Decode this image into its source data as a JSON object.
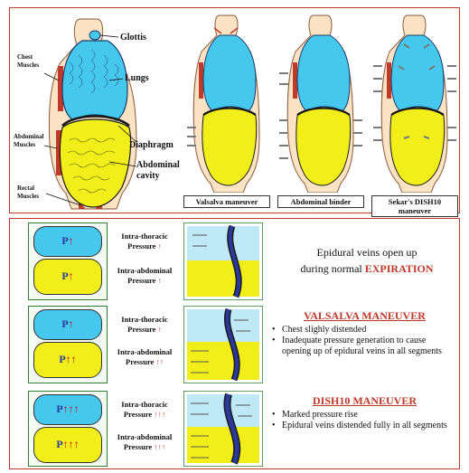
{
  "top": {
    "labels": {
      "chest_muscles": "Chest Muscles",
      "abdominal_muscles": "Abdominal Muscles",
      "rectal_muscles": "Rectal Muscles",
      "glottis": "Glottis",
      "lungs": "Lungs",
      "diaphragm": "Diaphragm",
      "abdominal_cavity": "Abdominal cavity"
    },
    "captions": [
      "Valsalva maneuver",
      "Abdominal binder",
      "Sekar's DISH10 maneuver"
    ]
  },
  "rows": [
    {
      "p_top_arrows": "↑",
      "p_bottom_arrows": "↑",
      "thoracic_label": "Intra-thoracic",
      "thoracic_pressure": "Pressure",
      "thoracic_arrows": "↑",
      "abdominal_label": "Intra-abdominal",
      "abdominal_pressure": "Pressure",
      "abdominal_arrows": "↑",
      "line1": "Epidural veins open up",
      "line2_prefix": "during normal",
      "line2_highlight": "EXPIRATION"
    },
    {
      "p_top_arrows": "↑",
      "p_bottom_arrows": "↑↑",
      "thoracic_label": "Intra-thoracic",
      "thoracic_pressure": "Pressure",
      "thoracic_arrows": "↑",
      "abdominal_label": "Intra-abdominal",
      "abdominal_pressure": "Pressure",
      "abdominal_arrows": "↑↑",
      "heading": "VALSALVA MANEUVER",
      "bullets": [
        "Chest slighly distended",
        "Inadequate pressure generation to cause opening up of epidural veins in all segments"
      ]
    },
    {
      "p_top_arrows": "↑↑↑",
      "p_bottom_arrows": "↑↑↑",
      "thoracic_label": "Intra-thoracic",
      "thoracic_pressure": "Pressure",
      "thoracic_arrows": "↑↑↑",
      "abdominal_label": "Intra-abdominal",
      "abdominal_pressure": "Pressure",
      "abdominal_arrows": "↑↑↑",
      "heading": "DISH10 MANEUVER",
      "bullets": [
        "Marked pressure rise",
        "Epidural veins distended fully in all segments"
      ]
    }
  ],
  "p_letter": "P",
  "colors": {
    "border": "#c0392b",
    "lung": "#46c8ee",
    "abdomen": "#f2ee1a",
    "skin": "#fbe3c4",
    "muscle": "#c0392b",
    "vein": "#2b3a9a",
    "accent_red": "#d0021b"
  }
}
